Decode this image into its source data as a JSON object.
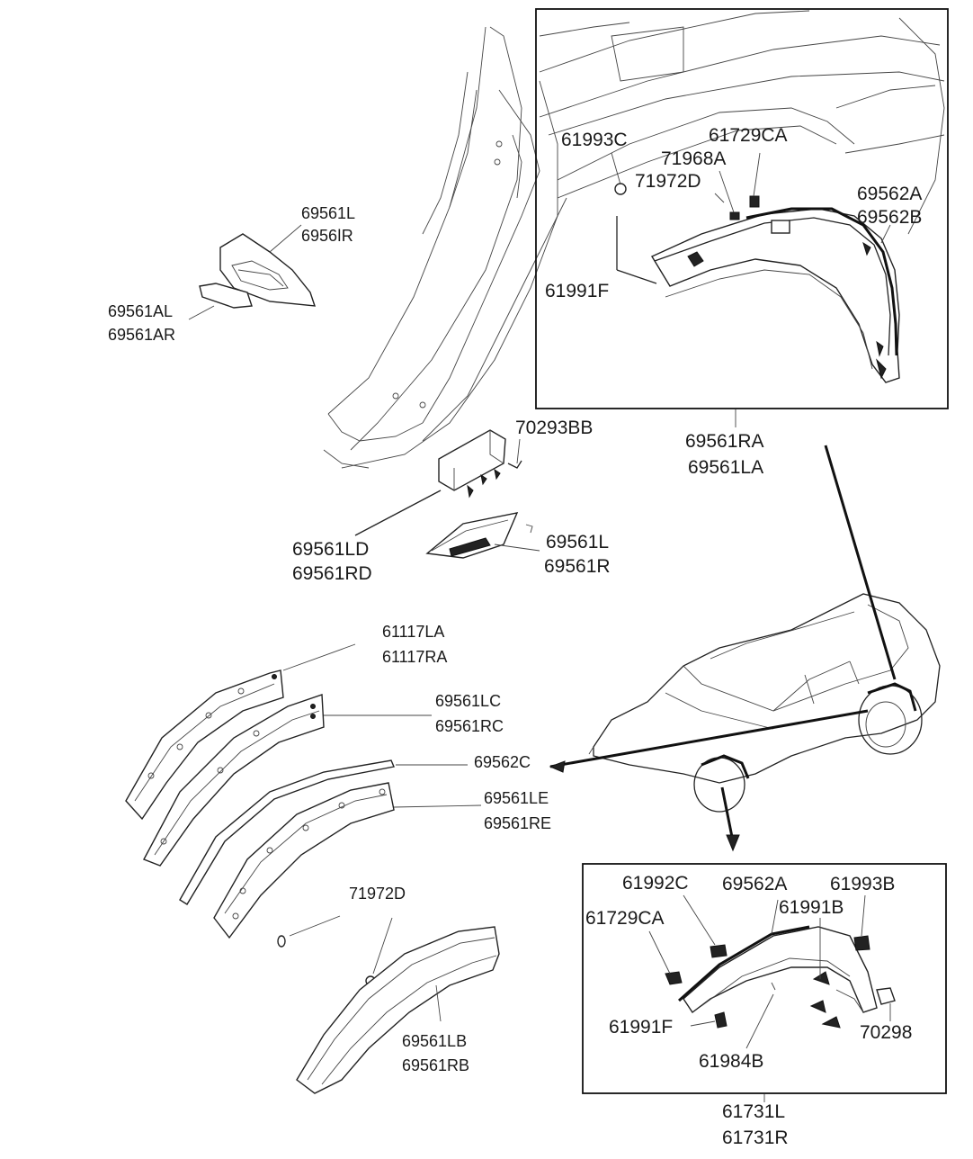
{
  "labels": {
    "tl_69561l": "69561L",
    "tl_69561r": "6956ǀR",
    "tl_69561al": "69561AL",
    "tl_69561ar": "69561AR",
    "ins_61993c": "61993C",
    "ins_61729ca": "61729CA",
    "ins_71968a": "71968A",
    "ins_71972d": "71972D",
    "ins_69562a": "69562A",
    "ins_69562b": "69562B",
    "ins_61991f": "61991F",
    "ra": "69561RA",
    "la": "69561LA",
    "p70293bb": "70293BB",
    "ld": "69561LD",
    "rd": "69561RD",
    "mid_69561l": "69561L",
    "mid_69561r": "69561R",
    "p61117la": "61117LA",
    "p61117ra": "61117RA",
    "p69561lc": "69561LC",
    "p69561rc": "69561RC",
    "p69562c": "69562C",
    "p69561le": "69561LE",
    "p69561re": "69561RE",
    "p71972d": "71972D",
    "p69561lb": "69561LB",
    "p69561rb": "69561RB",
    "b_61992c": "61992C",
    "b_69562a": "69562A",
    "b_61993b": "61993B",
    "b_61729ca": "61729CA",
    "b_61991b": "61991B",
    "b_61991f": "61991F",
    "b_70298": "70298",
    "b_61984b": "61984B",
    "b_61731l": "61731L",
    "b_61731r": "61731R"
  }
}
